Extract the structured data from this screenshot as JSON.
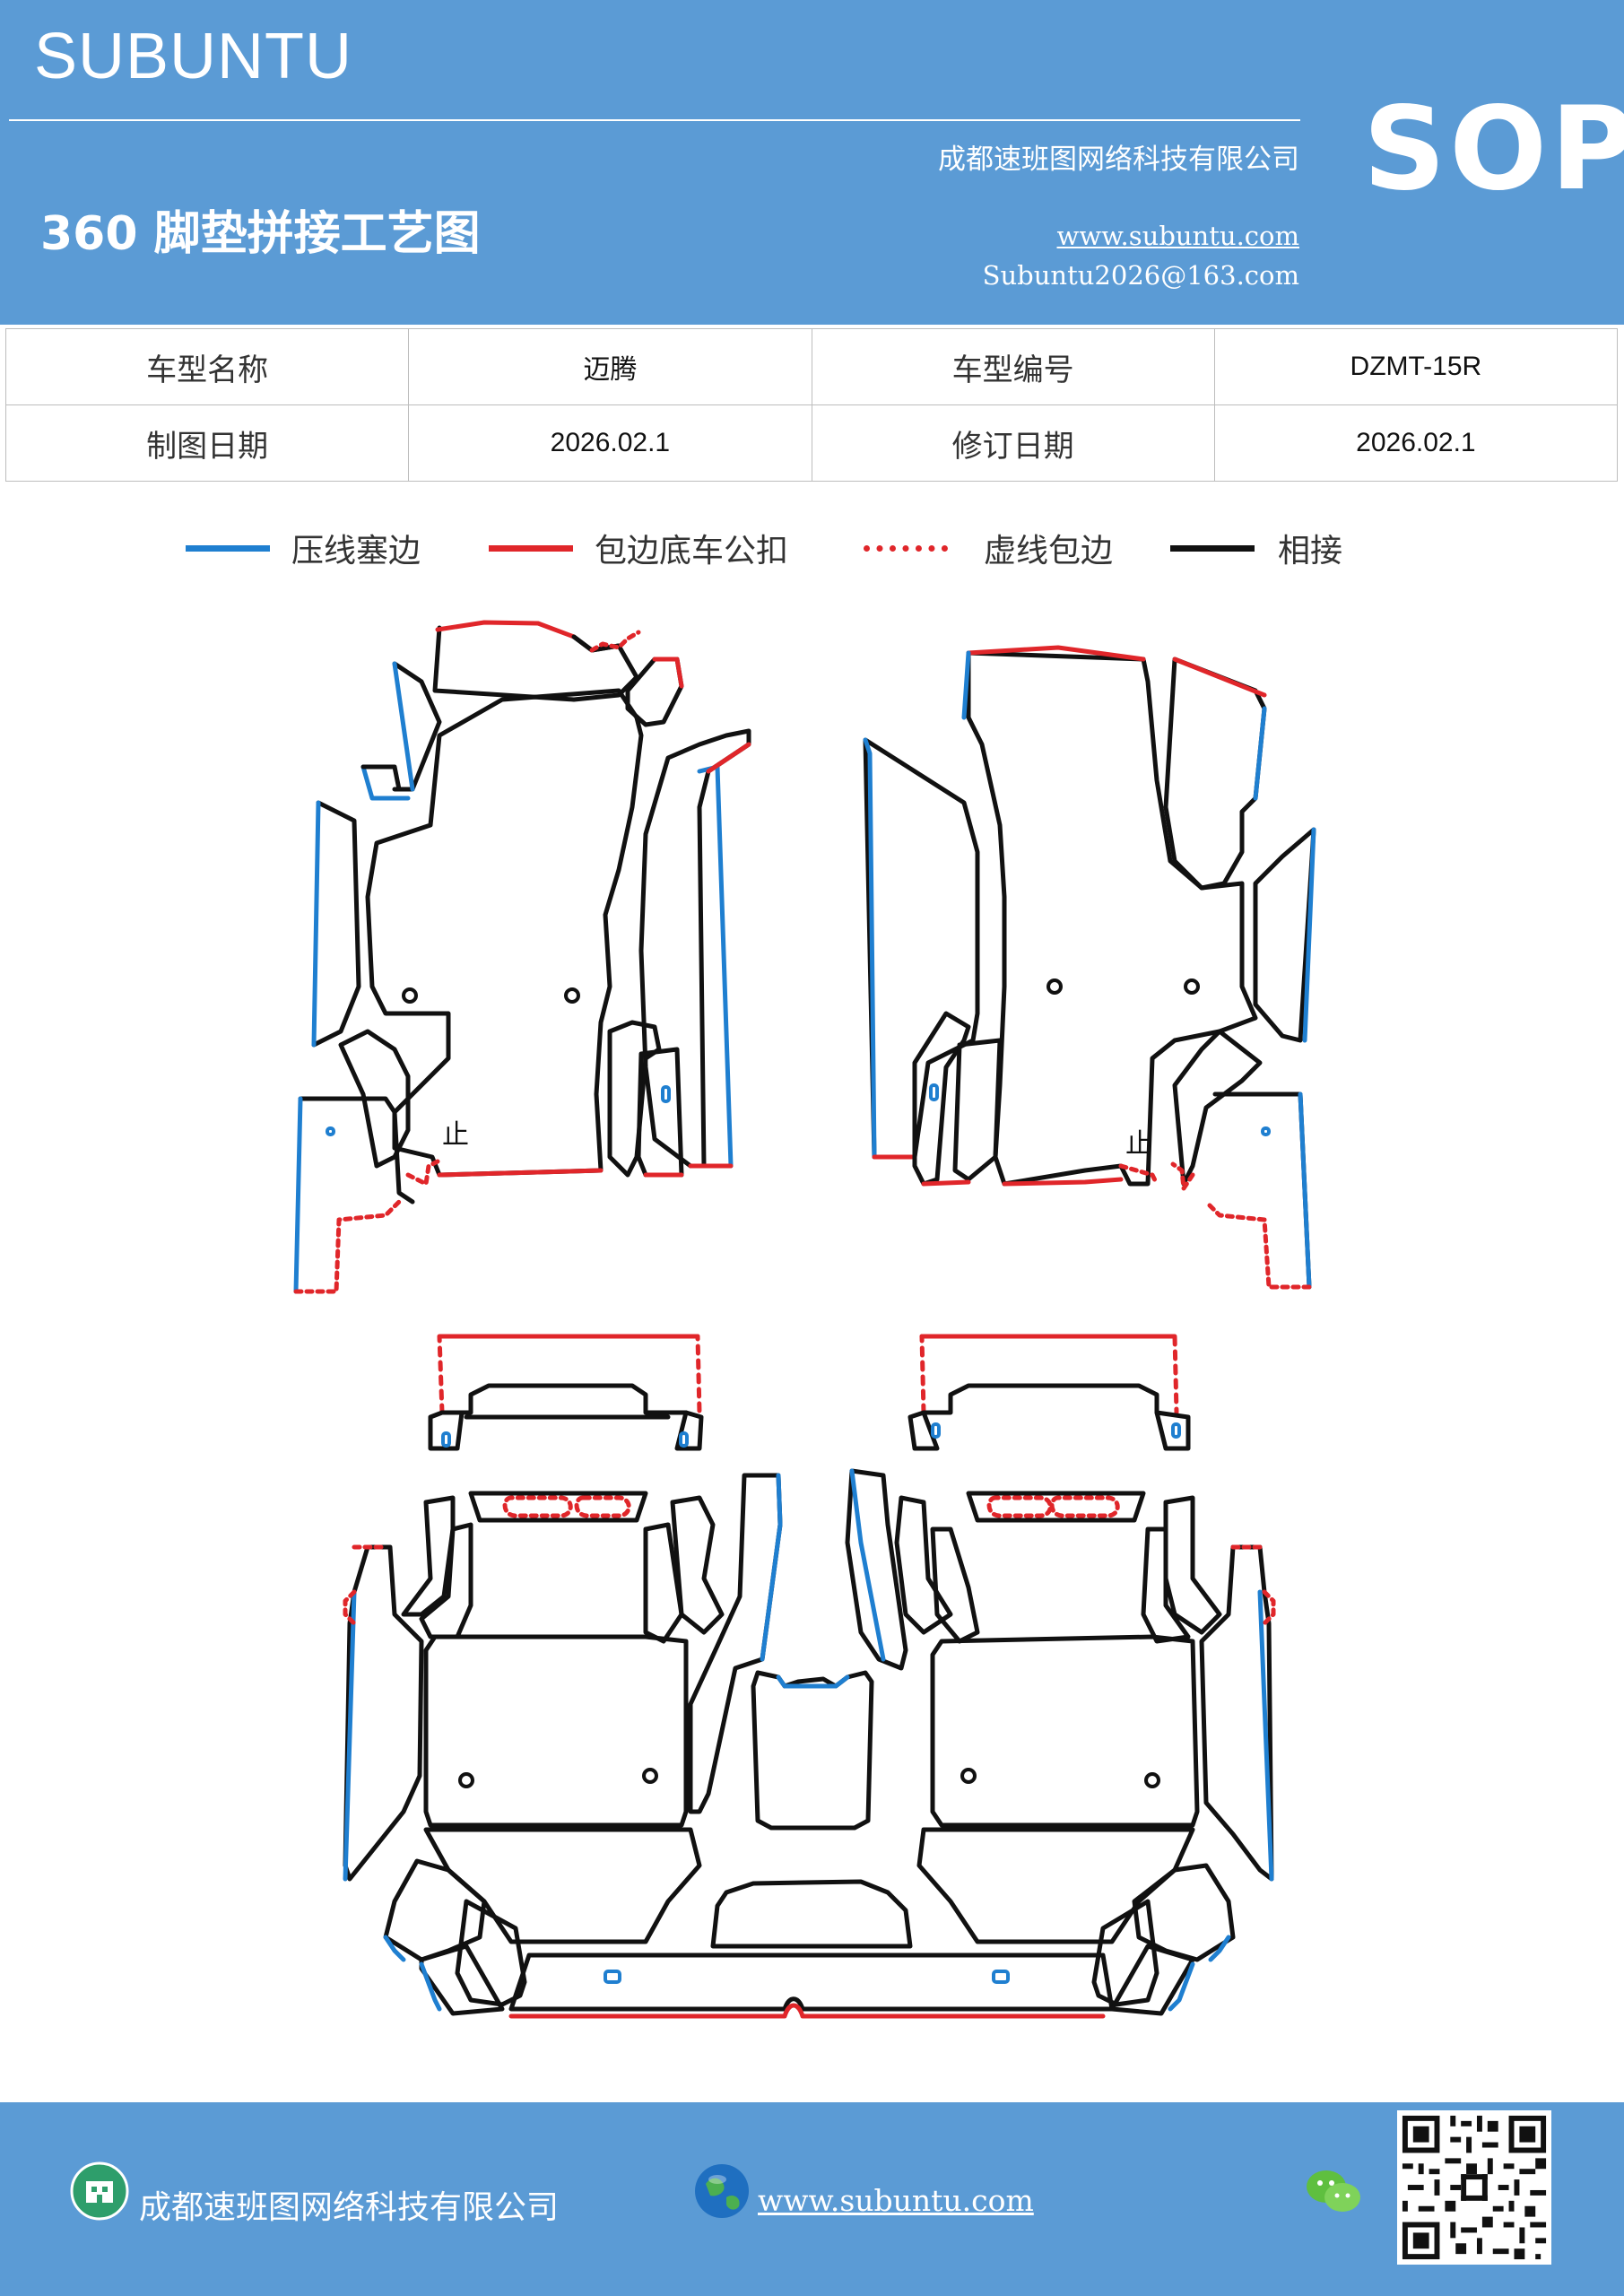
{
  "header": {
    "brand": "SUBUNTU",
    "badge": "SOP",
    "company": "成都速班图网络科技有限公司",
    "title": "360 脚垫拼接工艺图",
    "website": "www.subuntu.com",
    "email": "Subuntu2026@163.com"
  },
  "info_table": {
    "rows": [
      {
        "label1": "车型名称",
        "value1": "迈腾",
        "label2": "车型编号",
        "value2": "DZMT-15R"
      },
      {
        "label1": "制图日期",
        "value1": "2026.02.1",
        "label2": "修订日期",
        "value2": "2026.02.1"
      }
    ]
  },
  "legend": [
    {
      "label": "压线塞边",
      "color": "#1f7fd0",
      "style": "solid"
    },
    {
      "label": "包边底车公扣",
      "color": "#e0262a",
      "style": "solid"
    },
    {
      "label": "虚线包边",
      "color": "#e0262a",
      "style": "dotted"
    },
    {
      "label": "相接",
      "color": "#111111",
      "style": "solid"
    }
  ],
  "diagram": {
    "stop_marks": [
      "止",
      "止"
    ]
  },
  "footer": {
    "company": "成都速班图网络科技有限公司",
    "website": "www.subuntu.com"
  },
  "colors": {
    "header_bg": "#5b9bd5",
    "blue_edge": "#1f7fd0",
    "red_edge": "#e0262a",
    "join": "#111111"
  }
}
